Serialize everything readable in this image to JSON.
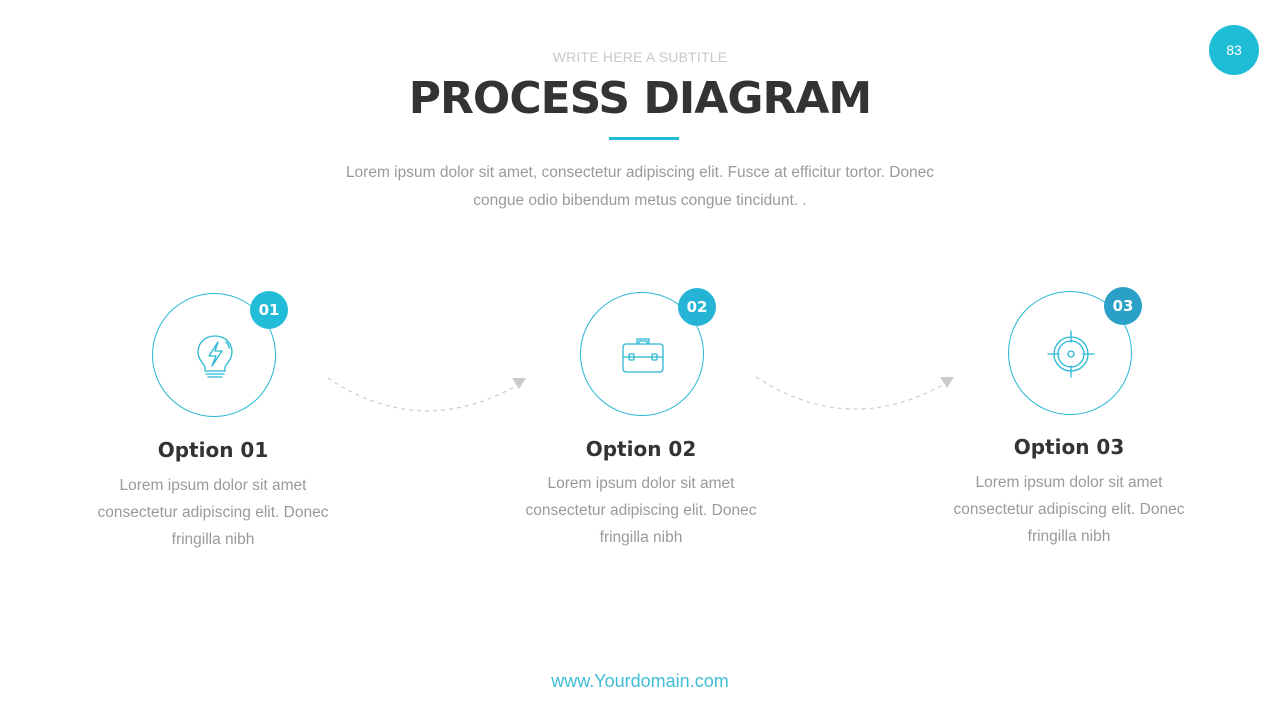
{
  "page_number": "83",
  "header": {
    "subtitle": "WRITE HERE A SUBTITLE",
    "title": "PROCESS DIAGRAM",
    "intro": "Lorem ipsum dolor sit amet, consectetur adipiscing elit. Fusce at efficitur tortor. Donec congue odio bibendum metus congue tincidunt. ."
  },
  "steps": [
    {
      "number": "01",
      "title": "Option 01",
      "description": "Lorem ipsum dolor sit amet consectetur adipiscing elit. Donec fringilla nibh",
      "icon": "lightbulb-bolt-icon"
    },
    {
      "number": "02",
      "title": "Option 02",
      "description": "Lorem ipsum dolor sit amet consectetur adipiscing elit. Donec fringilla nibh",
      "icon": "briefcase-icon"
    },
    {
      "number": "03",
      "title": "Option 03",
      "description": "Lorem ipsum dolor sit amet consectetur adipiscing elit. Donec fringilla nibh",
      "icon": "target-icon"
    }
  ],
  "footer": {
    "url": "www.Yourdomain.com"
  },
  "colors": {
    "accent": "#1fbcd6",
    "badge_dark": "#2aa0c8",
    "title_text": "#333333",
    "body_text": "#9a9a9a",
    "connector": "#cccccc"
  }
}
